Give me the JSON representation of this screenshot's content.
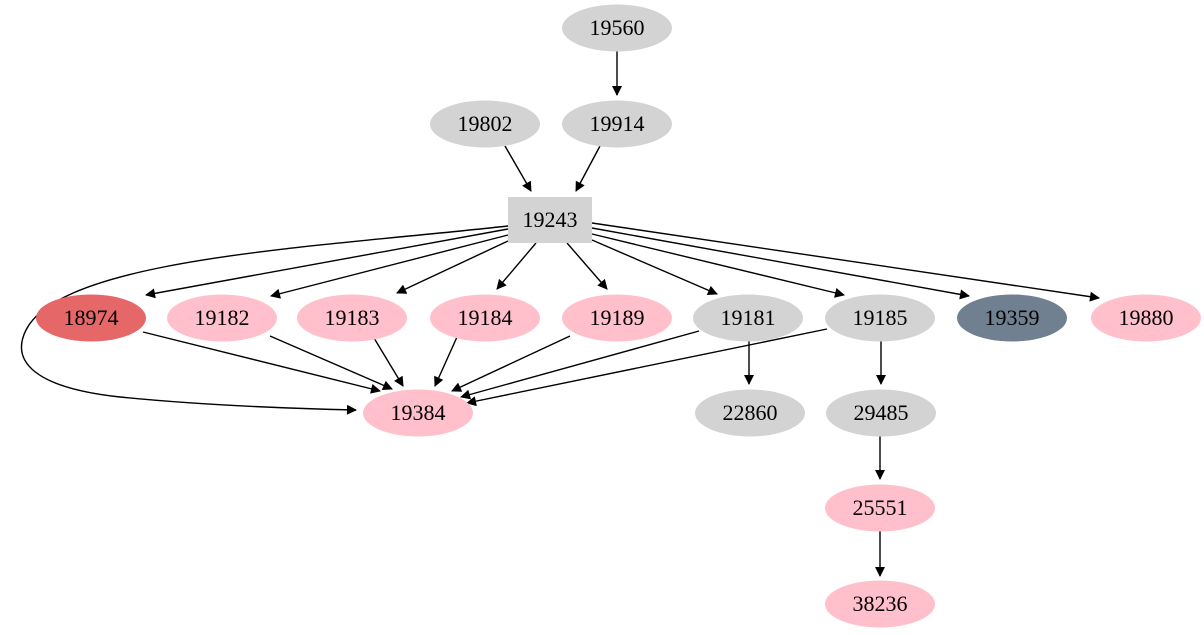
{
  "diagram": {
    "type": "directed-graph",
    "background_color": "#ffffff",
    "edge_color": "#000000",
    "palette": {
      "default_gray": "#d3d3d3",
      "pink": "#ffc0cb",
      "red": "#e56767",
      "slate_gray": "#708090"
    },
    "nodes": {
      "n19560": {
        "label": "19560",
        "shape": "ellipse",
        "color": "#d3d3d3"
      },
      "n19802": {
        "label": "19802",
        "shape": "ellipse",
        "color": "#d3d3d3"
      },
      "n19914": {
        "label": "19914",
        "shape": "ellipse",
        "color": "#d3d3d3"
      },
      "n19243": {
        "label": "19243",
        "shape": "box",
        "color": "#d3d3d3"
      },
      "n18974": {
        "label": "18974",
        "shape": "ellipse",
        "color": "#e56767"
      },
      "n19182": {
        "label": "19182",
        "shape": "ellipse",
        "color": "#ffc0cb"
      },
      "n19183": {
        "label": "19183",
        "shape": "ellipse",
        "color": "#ffc0cb"
      },
      "n19184": {
        "label": "19184",
        "shape": "ellipse",
        "color": "#ffc0cb"
      },
      "n19189": {
        "label": "19189",
        "shape": "ellipse",
        "color": "#ffc0cb"
      },
      "n19181": {
        "label": "19181",
        "shape": "ellipse",
        "color": "#d3d3d3"
      },
      "n19185": {
        "label": "19185",
        "shape": "ellipse",
        "color": "#d3d3d3"
      },
      "n19359": {
        "label": "19359",
        "shape": "ellipse",
        "color": "#708090"
      },
      "n19880": {
        "label": "19880",
        "shape": "ellipse",
        "color": "#ffc0cb"
      },
      "n19384": {
        "label": "19384",
        "shape": "ellipse",
        "color": "#ffc0cb"
      },
      "n22860": {
        "label": "22860",
        "shape": "ellipse",
        "color": "#d3d3d3"
      },
      "n29485": {
        "label": "29485",
        "shape": "ellipse",
        "color": "#d3d3d3"
      },
      "n25551": {
        "label": "25551",
        "shape": "ellipse",
        "color": "#ffc0cb"
      },
      "n38236": {
        "label": "38236",
        "shape": "ellipse",
        "color": "#ffc0cb"
      }
    },
    "edges": [
      {
        "from": "19560",
        "to": "19914"
      },
      {
        "from": "19802",
        "to": "19243"
      },
      {
        "from": "19914",
        "to": "19243"
      },
      {
        "from": "19243",
        "to": "18974"
      },
      {
        "from": "19243",
        "to": "19182"
      },
      {
        "from": "19243",
        "to": "19183"
      },
      {
        "from": "19243",
        "to": "19184"
      },
      {
        "from": "19243",
        "to": "19189"
      },
      {
        "from": "19243",
        "to": "19181"
      },
      {
        "from": "19243",
        "to": "19185"
      },
      {
        "from": "19243",
        "to": "19359"
      },
      {
        "from": "19243",
        "to": "19880"
      },
      {
        "from": "19243",
        "to": "19384"
      },
      {
        "from": "18974",
        "to": "19384"
      },
      {
        "from": "19182",
        "to": "19384"
      },
      {
        "from": "19183",
        "to": "19384"
      },
      {
        "from": "19184",
        "to": "19384"
      },
      {
        "from": "19189",
        "to": "19384"
      },
      {
        "from": "19181",
        "to": "19384"
      },
      {
        "from": "19185",
        "to": "19384"
      },
      {
        "from": "19181",
        "to": "22860"
      },
      {
        "from": "19185",
        "to": "29485"
      },
      {
        "from": "29485",
        "to": "25551"
      },
      {
        "from": "25551",
        "to": "38236"
      }
    ]
  }
}
